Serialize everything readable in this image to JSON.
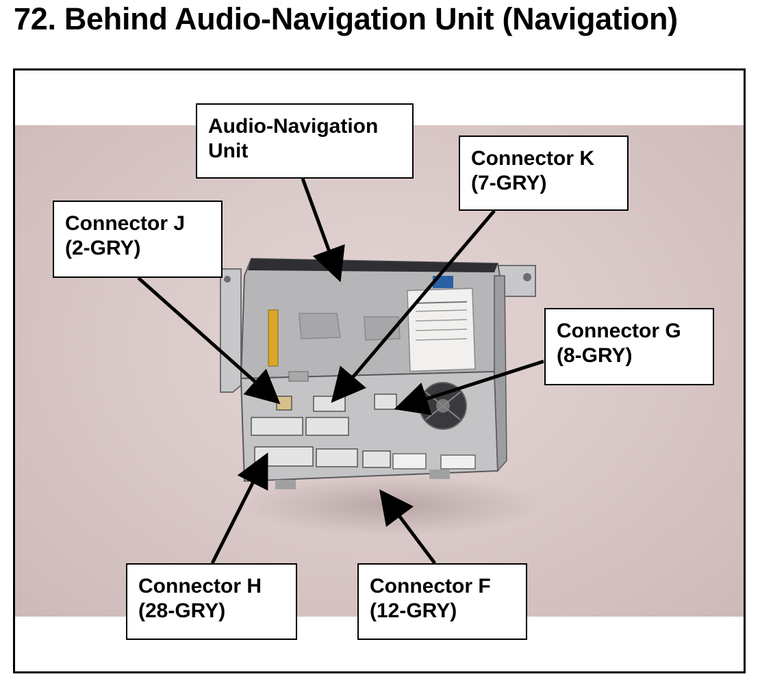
{
  "title": "72.  Behind Audio-Navigation Unit (Navigation)",
  "callouts": {
    "audio_nav_unit": {
      "line1": "Audio-Navigation",
      "line2": "Unit"
    },
    "connector_k": {
      "line1": "Connector K",
      "line2": "(7-GRY)"
    },
    "connector_j": {
      "line1": "Connector J",
      "line2": "(2-GRY)"
    },
    "connector_g": {
      "line1": "Connector G",
      "line2": "(8-GRY)"
    },
    "connector_h": {
      "line1": "Connector H",
      "line2": "(28-GRY)"
    },
    "connector_f": {
      "line1": "Connector F",
      "line2": "(12-GRY)"
    }
  },
  "colors": {
    "background": "#d8c7c6",
    "unit_metal": "#b9b9bb",
    "connector": "#e6e6e6",
    "callout_border": "#000000"
  }
}
